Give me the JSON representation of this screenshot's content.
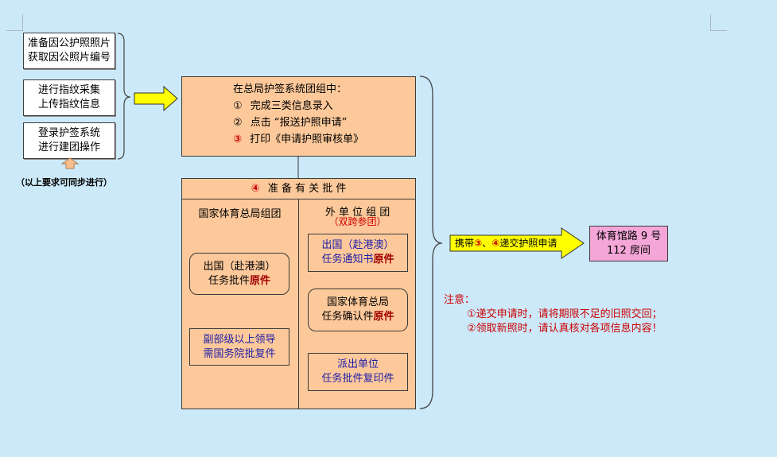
{
  "left_steps": [
    {
      "lines": [
        "准备因公护照照片",
        "获取因公照片编号"
      ]
    },
    {
      "lines": [
        "进行指纹采集",
        "上传指纹信息"
      ]
    },
    {
      "lines": [
        "登录护签系统",
        "进行建团操作"
      ]
    }
  ],
  "left_note": "（以上要求可同步进行）",
  "system_box": {
    "title": "在总局护签系统团组中：",
    "items": [
      {
        "num": "①",
        "text": "完成三类信息录入"
      },
      {
        "num": "②",
        "text": "点击 “报送护照申请”"
      },
      {
        "num": "③",
        "text": "打印《申请护照审核单》"
      }
    ]
  },
  "approval": {
    "header_num": "④",
    "header_text": "准 备 有 关 批 件",
    "left_col": {
      "title": "国家体育总局组团",
      "box1": {
        "line1": "出国（赴港澳）",
        "line2_prefix": "任务批件",
        "line2_emph": "原件"
      },
      "box2": {
        "line1": "副部级以上领导",
        "line2": "需国务院批复件"
      }
    },
    "right_col": {
      "title": "外 单 位 组 团",
      "subtitle": "（双跨参团）",
      "box1": {
        "line1": "出国（赴港澳）",
        "line2_prefix": "任务通知书",
        "line2_emph": "原件"
      },
      "box2": {
        "line1": "国家体育总局",
        "line2_prefix": "任务确认件",
        "line2_emph": "原件"
      },
      "box3": {
        "line1": "派出单位",
        "line2": "任务批件复印件"
      }
    }
  },
  "submit_arrow": {
    "prefix": "携带",
    "n1": "③",
    "sep": "、",
    "n2": "④",
    "suffix": "递交护照申请"
  },
  "destination": {
    "line1": "体育馆路 9 号",
    "line2": "112 房间"
  },
  "notes": {
    "title": "注意：",
    "items": [
      "①递交申请时，请将期限不足的旧照交回；",
      "②领取新照时，请认真核对各项信息内容！"
    ]
  },
  "colors": {
    "background": "#cce9f9",
    "orange_fill": "#fdc99b",
    "arrow_yellow": "#ffff00",
    "destination_pink": "#f4a6d8",
    "note_red": "#cc0000",
    "blue_text": "#1c1ca8"
  }
}
